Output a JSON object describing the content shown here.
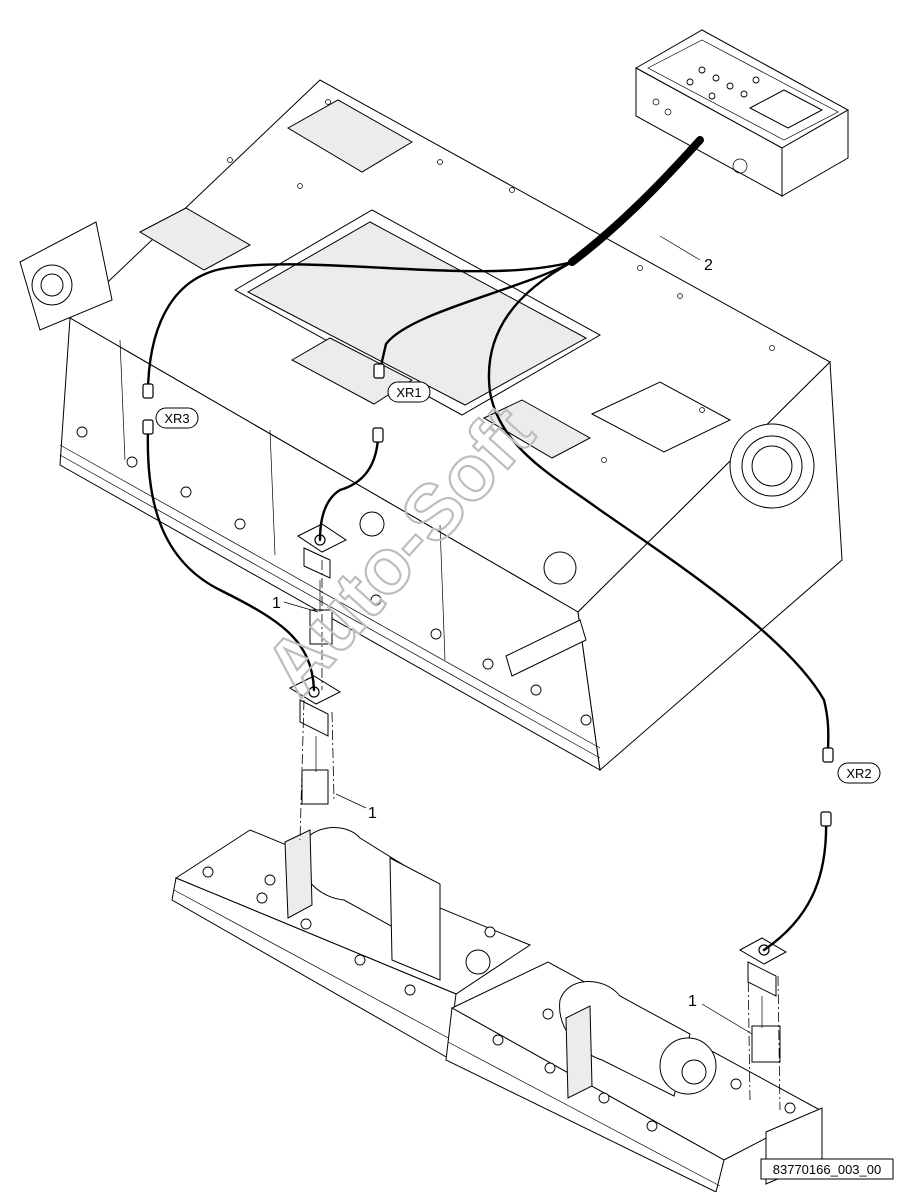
{
  "callouts": {
    "item_1_a": "1",
    "item_1_b": "1",
    "item_1_c": "1",
    "item_2": "2"
  },
  "connector_tags": {
    "xr1": "XR1",
    "xr2": "XR2",
    "xr3": "XR3"
  },
  "drawing_number": "83770166_003_00",
  "watermark": "Auto-Soft"
}
